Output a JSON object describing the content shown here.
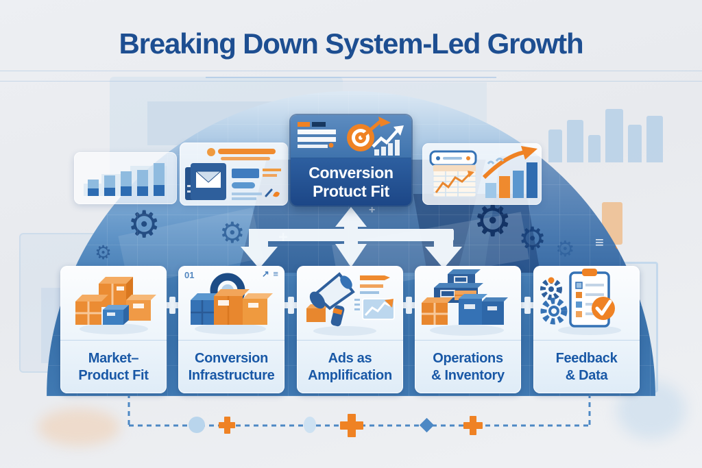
{
  "title": "Breaking Down System-Led Growth",
  "center": {
    "line1": "Conversion",
    "line2": "Protuct Fit"
  },
  "pillars": [
    {
      "id": "market-product-fit",
      "line1": "Market–",
      "line2": "Product Fit"
    },
    {
      "id": "conversion-infrastructure",
      "line1": "Conversion",
      "line2": "Infrastructure",
      "corner": "01",
      "corner_trend": "↗ ≡"
    },
    {
      "id": "ads-as-amplification",
      "line1": "Ads as",
      "line2": "Amplification"
    },
    {
      "id": "operations-inventory",
      "line1": "Operations",
      "line2": "& Inventory"
    },
    {
      "id": "feedback-data",
      "line1": "Feedback",
      "line2": "& Data"
    }
  ],
  "glyphs": {
    "gear": "⚙",
    "plus": "+",
    "lines": "≡"
  },
  "colors": {
    "title_blue": "#1d4e91",
    "label_blue": "#1958a6",
    "accent_orange": "#ef8224",
    "center_top_blue": "#4579b3",
    "center_bottom_blue": "#1c4686",
    "dome_blue": "#3a72ab",
    "dashed_line_blue": "#4d88c4",
    "arrow_white": "#f4f9fd"
  }
}
